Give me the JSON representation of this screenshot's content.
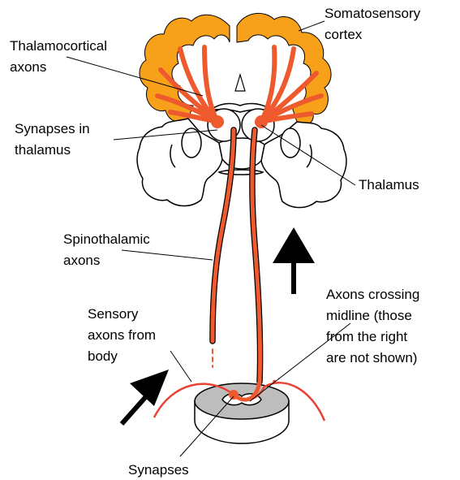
{
  "labels": {
    "somatosensory_cortex": [
      "Somatosensory",
      "cortex"
    ],
    "thalamocortical_axons": [
      "Thalamocortical",
      "axons"
    ],
    "synapses_in_thalamus": [
      "Synapses in",
      "thalamus"
    ],
    "thalamus": [
      "Thalamus"
    ],
    "spinothalamic_axons": [
      "Spinothalamic",
      "axons"
    ],
    "axons_crossing_midline": [
      "Axons crossing",
      "midline (those",
      "from the right",
      "are not shown)"
    ],
    "sensory_axons_from_body": [
      "Sensory",
      "axons from",
      "body"
    ],
    "synapses": [
      "Synapses"
    ]
  },
  "colors": {
    "cortex_fill": "#F7A11A",
    "axon": "#EE5A2E",
    "outline": "#000000",
    "spinal_gray": "#BDBDBD",
    "background": "#FFFFFF"
  }
}
